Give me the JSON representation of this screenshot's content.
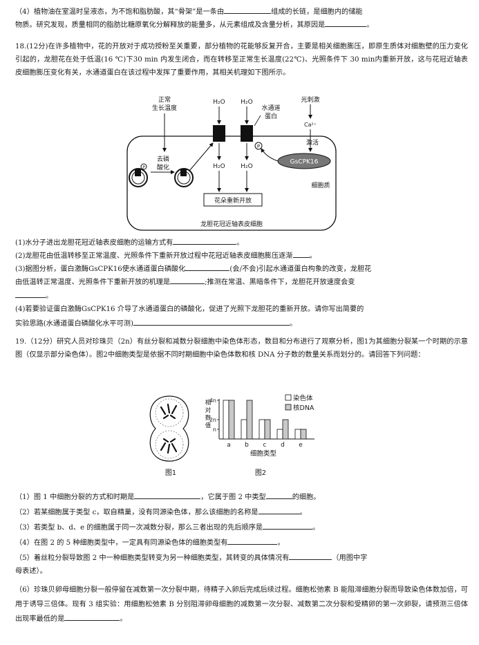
{
  "q17_4": {
    "l1": "（4）植物油在室温时呈液态，为不饱和脂肪酸，其“骨架”是一条由",
    "l1b": "组成的长链，是细胞内的储能",
    "l2": "物质。研究发现，质量相同的脂肪比糖原氧化分解释放的能量多，从元素组成及含量分析，其原因是",
    "l2b": "。"
  },
  "q18": {
    "intro": "18.(12分)在许多植物中，花的开放对于成功授粉至关重要，部分植物的花能够反复开合，主要是相关细胞膨压，即原生质体对细胞壁的压力变化引起的，龙胆花在处于低温(16 ℃)下30 min 内发生闭合，而在转移至正常生长温度(22℃)、光照条件下 30 min内重新开放，这与花冠近轴表皮细胞膨压变化有关，水通道蛋白在该过程中发挥了重要作用，其相关机理如下图所示。",
    "diagram": {
      "temp_label_1": "正常",
      "temp_label_2": "生长温度",
      "dephos_1": "去磷",
      "dephos_2": "酸化",
      "h2o": "H₂O",
      "aqp_1": "水通道",
      "aqp_2": "蛋白",
      "light": "光刺激",
      "ca": "Ca²⁺",
      "activate": "激活",
      "kinase": "GsCPK16",
      "p": "P",
      "cytoplasm": "细胞质",
      "reopen": "花朵重新开放",
      "cell_label": "龙胆花冠近轴表皮细胞"
    },
    "q1": "(1)水分子进出龙胆花冠近轴表皮细胞的运输方式有",
    "q2": "(2)龙胆花由低温转移至正常温度、光照条件下重新开放过程中花冠近轴表皮细胞膨压逐渐",
    "q3a": "(3)据图分析，蛋白激酶GsCPK16使水通道蛋白磷酸化",
    "q3b": "(会/不会)引起水通道蛋白构象的改变，龙胆花",
    "q3c": "由低温转正常温度、光照条件下重新开放的机理是",
    "q3d": ";推测在常温、黑暗条件下，龙胆花开放速度会变",
    "q4a": "(4)若要验证蛋白激酶GsCPK16 介导了水通道蛋白的磷酸化，促进了光照下龙胆花的重新开放。请你写出简要的",
    "q4b": "实验思路(水通道蛋白磷酸化水平可测)",
    "period": "。"
  },
  "q19": {
    "intro": "19.（12分）研究人员对珍珠贝（2n）有丝分裂和减数分裂细胞中染色体形态，数目和分布进行了观察分析，图1为其细胞分裂某一个时期的示意图（仅显示部分染色体）。图2中细胞类型是依据不同时期细胞中染色体数和核 DNA 分子数的数量关系而划分的。请回答下列问题：",
    "fig1_label": "图1",
    "fig2_label": "图2",
    "q1a": "（1）图 1 中细胞分裂的方式和时期是",
    "q1b": "，它属于图 2 中类型",
    "q1c": "的细胞。",
    "q2": "（2）若某细胞属于类型 c，取自精巢，没有同源染色体，那么该细胞的名称是",
    "q3": "（3）若类型 b、d、e 的细胞属于同一次减数分裂，那么三者出现的先后顺序是",
    "q4": "（4）在图 2 的 5 种细胞类型中，一定具有同源染色体的细胞类型有",
    "q5a": "（5）着丝粒分裂导致图 2 中一种细胞类型转变为另一种细胞类型，其转变的具体情况有",
    "q5b": "（用图中字",
    "q5c": "母表述）。",
    "q6": "（6）珍珠贝卵母细胞分裂一般停留在减数第一次分裂中期，待精子入卵后完成后续过程。细胞松弛素 B 能阻滞细胞分裂而导致染色体数加倍，可用于诱导三倍体。现有 3 组实验：用细胞松弛素 B 分别阻滞卵母细胞的减数第一次分裂、减数第二次分裂和受精卵的第一次卵裂，请预测三倍体出现率最低的是",
    "period": "。"
  },
  "chart_data": {
    "type": "bar",
    "categories": [
      "a",
      "b",
      "c",
      "d",
      "e"
    ],
    "series": [
      {
        "name": "染色体",
        "values": [
          4,
          2,
          2,
          1,
          1
        ]
      },
      {
        "name": "核DNA",
        "values": [
          4,
          4,
          2,
          2,
          1
        ]
      }
    ],
    "ylabel_chars": [
      "相",
      "对",
      "数",
      "值"
    ],
    "yticks": [
      "4n",
      "2n",
      "n"
    ],
    "ylim": [
      0,
      4
    ],
    "xlabel": "细胞类型"
  }
}
